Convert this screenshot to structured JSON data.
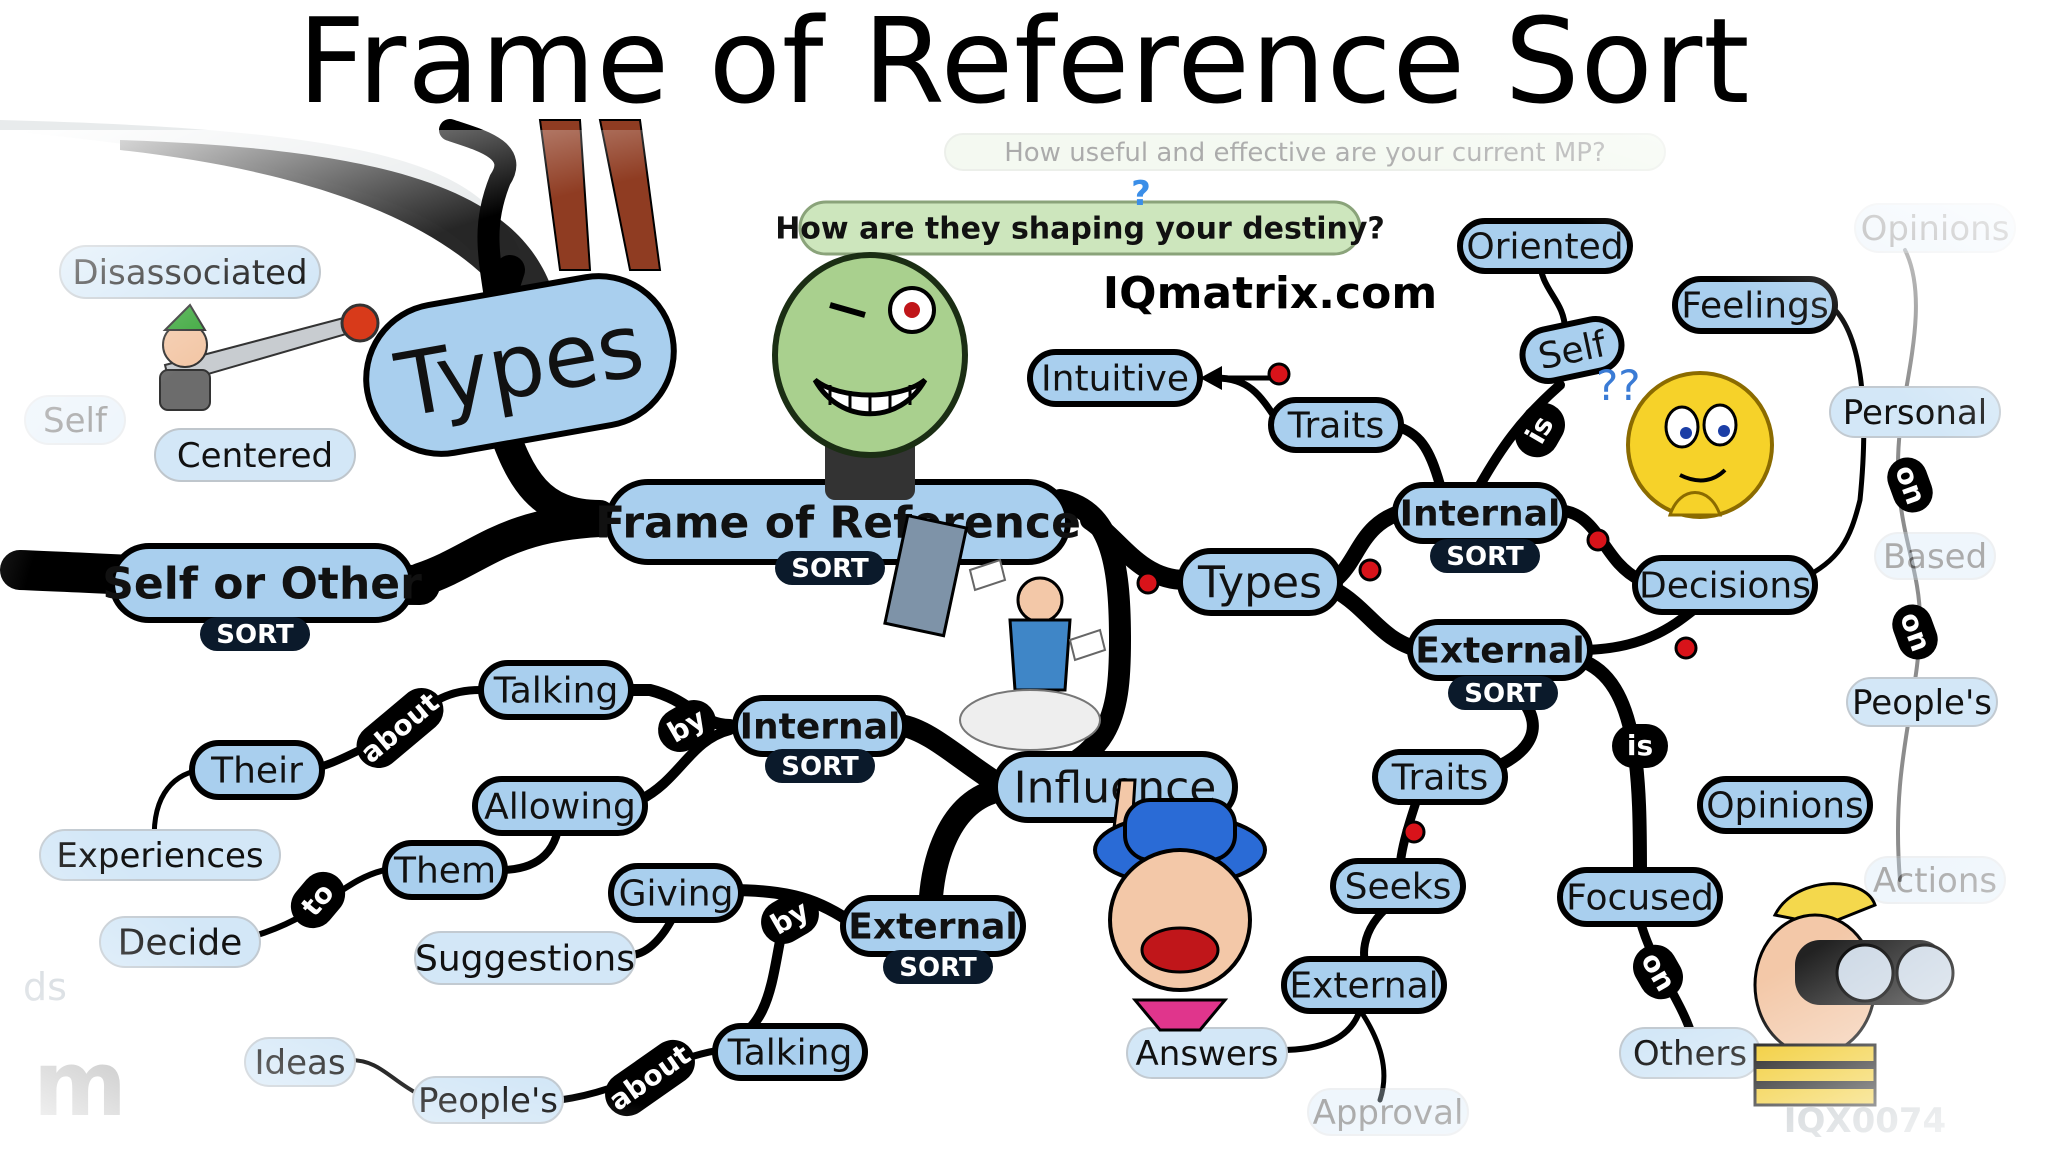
{
  "title": "Frame of Reference Sort",
  "watermark": "IQmatrix.com",
  "corner_code": "IQX0074",
  "question_top": "How useful and effective are your current MP?",
  "question_main": "How are they shaping your destiny?",
  "question_mark": "?",
  "sort_tag": "SORT",
  "nodes": {
    "types_big": "Types",
    "frame": "Frame of Reference",
    "self_other": "Self or Other",
    "disassociated": "Disassociated",
    "self_faded": "Self",
    "centered": "Centered",
    "talking_top": "Talking",
    "their": "Their",
    "experiences": "Experiences",
    "allowing": "Allowing",
    "them": "Them",
    "decide": "Decide",
    "ends_faded": "ds",
    "internal_left": "Internal",
    "influence": "Influence",
    "giving": "Giving",
    "suggestions": "Suggestions",
    "external_left": "External",
    "talking_bottom": "Talking",
    "ideas": "Ideas",
    "peoples_bottom": "People's",
    "types_right": "Types",
    "intuitive": "Intuitive",
    "traits_top": "Traits",
    "oriented": "Oriented",
    "self_right": "Self",
    "internal_right": "Internal",
    "decisions": "Decisions",
    "external_right": "External",
    "traits_mid": "Traits",
    "seeks": "Seeks",
    "external_bottom": "External",
    "answers": "Answers",
    "approval": "Approval",
    "focused": "Focused",
    "others": "Others",
    "feelings": "Feelings",
    "personal": "Personal",
    "opinions_top": "Opinions",
    "based": "Based",
    "peoples_right": "People's",
    "opinions_mid": "Opinions",
    "actions": "Actions",
    "logo_m": "m"
  },
  "connectors": {
    "about_1": "about",
    "by_1": "by",
    "to_1": "to",
    "by_2": "by",
    "about_2": "about",
    "is_1": "is",
    "is_2": "is",
    "on_1": "on",
    "on_2": "on",
    "on_3": "on"
  },
  "colors": {
    "branch": "#000000",
    "node_fill": "#a9cfee",
    "node_fill_light": "#d3e7f7",
    "sort_tag": "#0b1a2b",
    "dot": "#d8131a",
    "faded_text": "#9aa7b3"
  }
}
